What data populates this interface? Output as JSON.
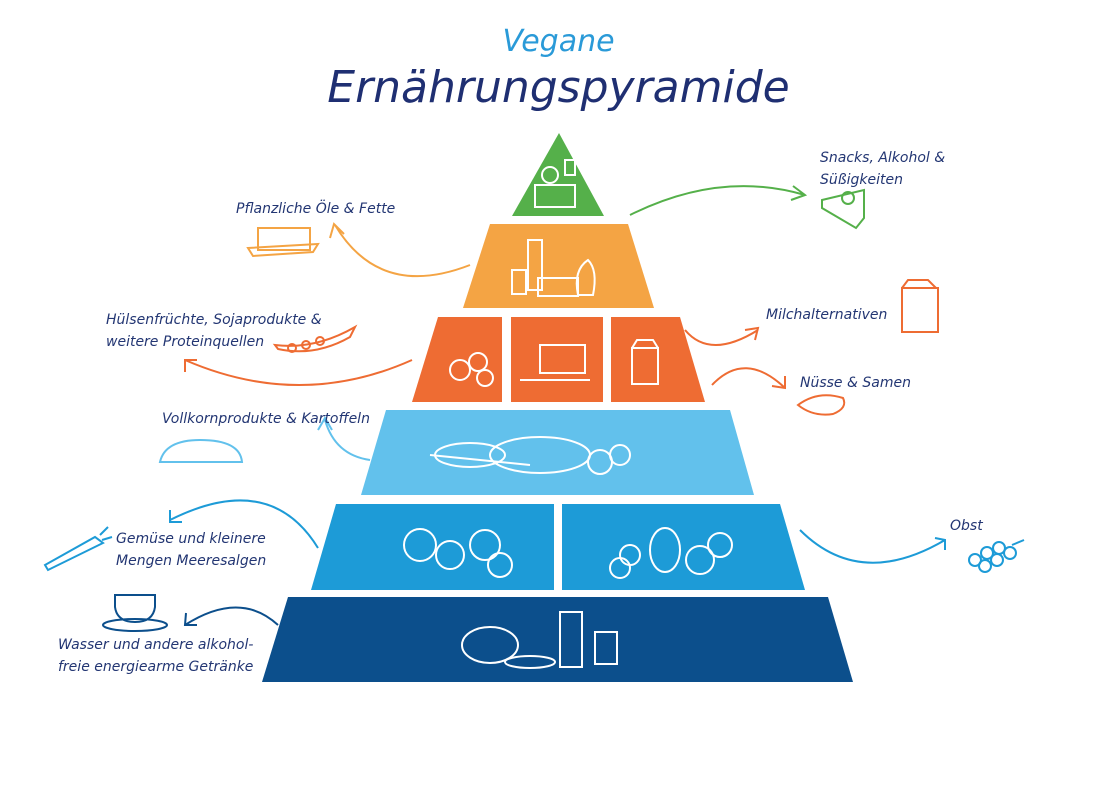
{
  "title": {
    "line1": "Vegane",
    "line2": "Ernährungspyramide"
  },
  "colors": {
    "green": "#55b04a",
    "orange": "#f4a444",
    "orange_red": "#ee6c33",
    "light_blue": "#62c1ec",
    "blue": "#1d9bd7",
    "dark_blue": "#0c4f8c",
    "text": "#233673",
    "title_accent": "#2a9ad8"
  },
  "labels": {
    "snacks": [
      "Snacks, Alkohol &",
      "Süßigkeiten"
    ],
    "oils": "Pflanzliche Öle & Fette",
    "legumes": [
      "Hülsenfrüchte, Sojaprodukte &",
      "weitere Proteinquellen"
    ],
    "milk_alt": "Milchalternativen",
    "nuts": "Nüsse & Samen",
    "grains": "Vollkornprodukte & Kartoffeln",
    "vegetables": [
      "Gemüse und kleinere",
      "Mengen Meeresalgen"
    ],
    "fruit": "Obst",
    "drinks": [
      "Wasser und andere alkohol-",
      "freie energiearme Getränke"
    ]
  }
}
